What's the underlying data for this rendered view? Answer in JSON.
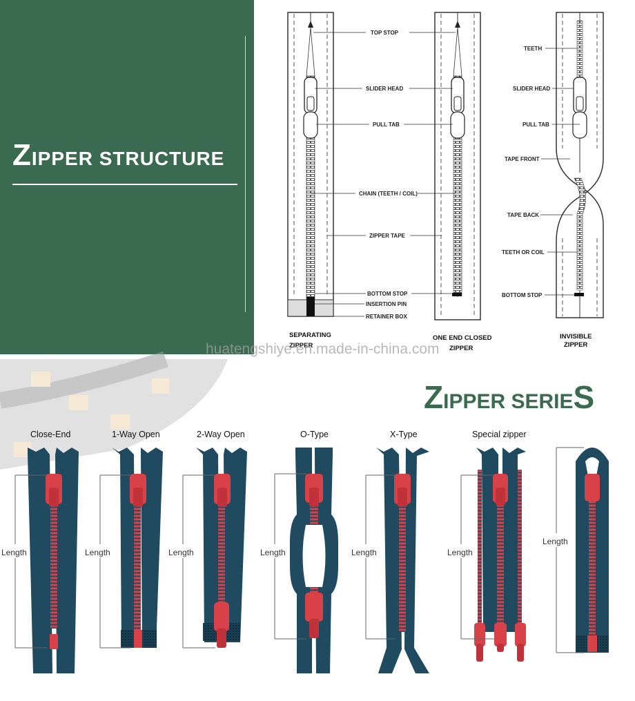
{
  "structure": {
    "title_initial": "Z",
    "title_rest": "IPPER STRUCTURE",
    "separating": {
      "labels": [
        "TOP STOP",
        "SLIDER HEAD",
        "PULL TAB",
        "CHAIN (TEETH / COIL)",
        "ZIPPER TAPE",
        "BOTTOM STOP",
        "INSERTION PIN",
        "RETAINER BOX"
      ],
      "caption_line1": "SEPARATING",
      "caption_line2": "ZIPPER"
    },
    "one_end_closed": {
      "caption_line1": "ONE END CLOSED",
      "caption_line2": "ZIPPER"
    },
    "invisible": {
      "labels": [
        "TEETH",
        "SLIDER HEAD",
        "PULL TAB",
        "TAPE FRONT",
        "TAPE BACK",
        "TEETH OR COIL",
        "BOTTOM STOP"
      ],
      "caption_line1": "INVISIBLE",
      "caption_line2": "ZIPPER"
    }
  },
  "watermark": "huatengshiye.en.made-in-china.com",
  "series": {
    "title_initial": "Z",
    "title_rest": "IPPER SERIE",
    "title_last": "S",
    "types": [
      "Close-End",
      "1-Way Open",
      "2-Way Open",
      "O-Type",
      "X-Type",
      "Special zipper"
    ],
    "length_label": "Length"
  },
  "colors": {
    "green": "#3a6b50",
    "tape": "#1f4a60",
    "slider": "#d94148"
  }
}
